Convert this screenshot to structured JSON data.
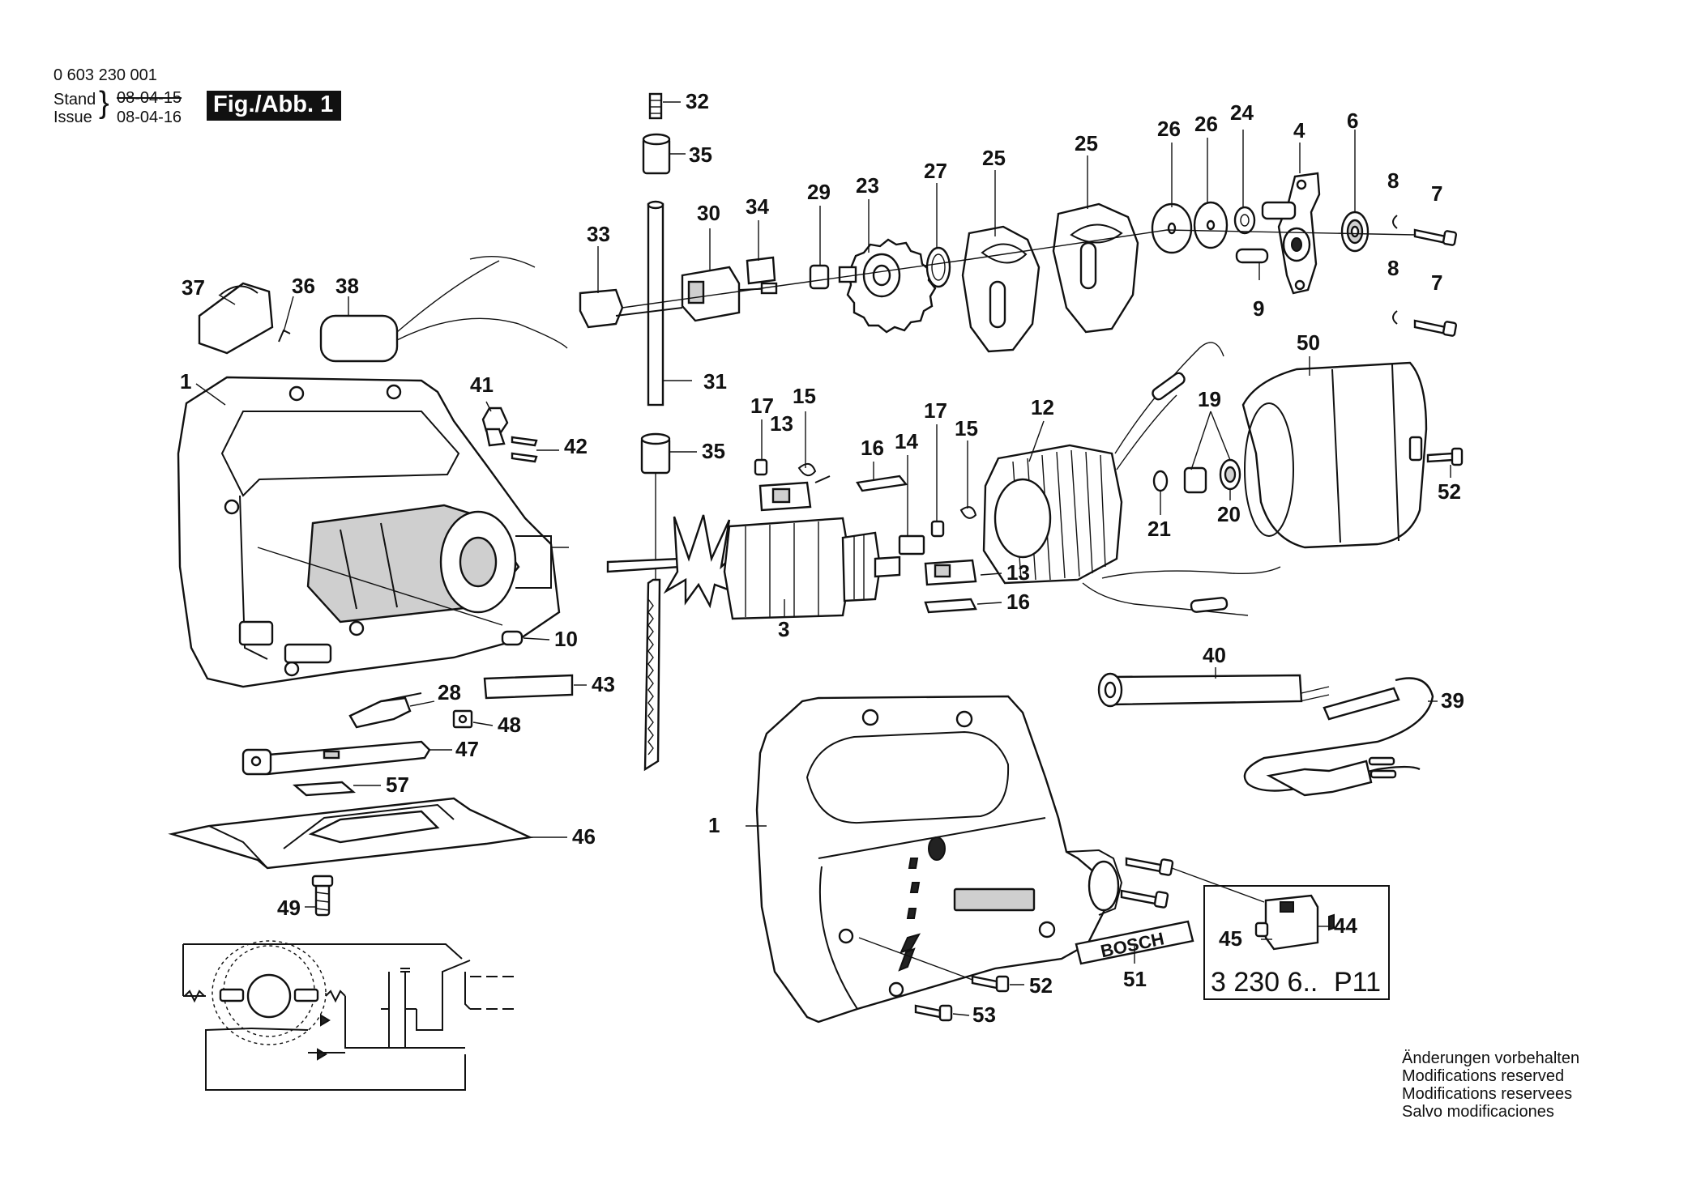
{
  "header": {
    "part_number": "0 603 230 001",
    "stand_label": "Stand",
    "stand_date": "08-04-15",
    "issue_label": "Issue",
    "issue_date": "08-04-16",
    "figure_label": "Fig./Abb. 1"
  },
  "callouts": [
    "32",
    "35",
    "33",
    "30",
    "34",
    "29",
    "23",
    "27",
    "25",
    "25",
    "26",
    "26",
    "24",
    "4",
    "6",
    "8",
    "7",
    "8",
    "7",
    "9",
    "37",
    "36",
    "38",
    "1",
    "41",
    "42",
    "31",
    "35",
    "17",
    "13",
    "15",
    "16",
    "14",
    "17",
    "15",
    "12",
    "19",
    "50",
    "21",
    "20",
    "52",
    "3",
    "13",
    "16",
    "10",
    "43",
    "28",
    "48",
    "47",
    "57",
    "46",
    "49",
    "40",
    "39",
    "1",
    "44",
    "45",
    "52",
    "51",
    "53"
  ],
  "stamp": {
    "text_a": "3 230 6..",
    "text_b": "P11"
  },
  "label_plate": {
    "brand": "BOSCH"
  },
  "notes": [
    "Änderungen vorbehalten",
    "Modifications reserved",
    "Modifications reservees",
    "Salvo modificaciones"
  ]
}
